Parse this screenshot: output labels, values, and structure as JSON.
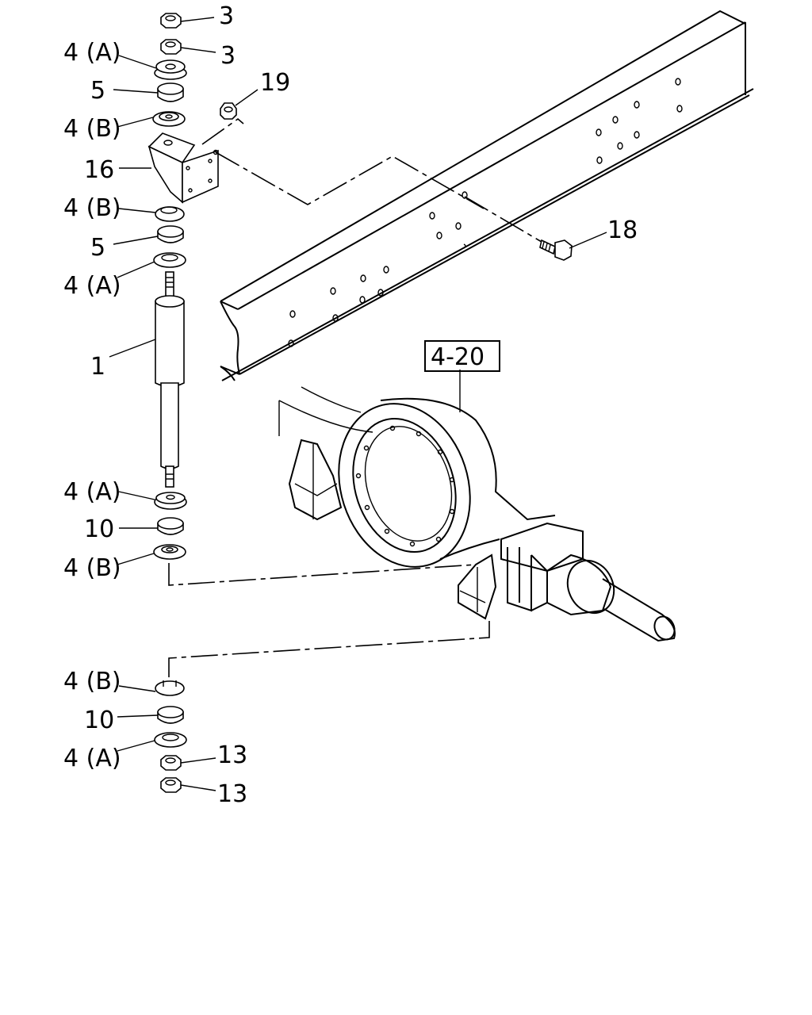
{
  "labels": {
    "nut_top_1": "3",
    "nut_top_2": "3",
    "cushion_a_1": "4 (A)",
    "bushing_5_top": "5",
    "cushion_b_1": "4 (B)",
    "nut_19": "19",
    "bracket_16": "16",
    "cushion_b_2": "4 (B)",
    "bushing_5_bottom": "5",
    "cushion_a_2": "4 (A)",
    "shock_absorber": "1",
    "bolt_18": "18",
    "ref_axle": "4-20",
    "cushion_a_3": "4 (A)",
    "bushing_10_top": "10",
    "cushion_b_3": "4 (B)",
    "cushion_b_4": "4 (B)",
    "bushing_10_bottom": "10",
    "cushion_a_4": "4 (A)",
    "nut_13_1": "13",
    "nut_13_2": "13"
  }
}
